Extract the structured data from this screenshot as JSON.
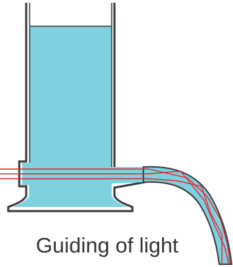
{
  "caption": "Guiding of light",
  "colors": {
    "water": "#7fd0e0",
    "outline": "#3a3a3a",
    "ray": "#e0242a",
    "background": "#ffffff",
    "text": "#333333"
  },
  "elements": {
    "vessel": "glass-cylinder",
    "jet": "curved-water-jet",
    "rays": "light-rays"
  }
}
